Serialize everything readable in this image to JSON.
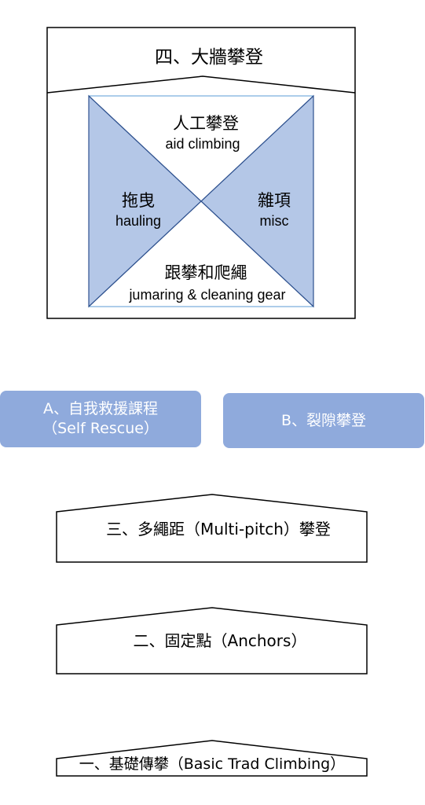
{
  "top_section": {
    "title": "四、大牆攀登",
    "quadrants": {
      "top": {
        "zh": "人工攀登",
        "en": "aid climbing"
      },
      "left": {
        "zh": "拖曳",
        "en": "hauling"
      },
      "right": {
        "zh": "雜項",
        "en": "misc"
      },
      "bottom": {
        "zh": "跟攀和爬繩",
        "en": "jumaring & cleaning gear"
      }
    }
  },
  "side_courses": [
    {
      "line1": "A、自我救援課程",
      "line2": "（Self Rescue）"
    },
    {
      "line1": "B、裂隙攀登"
    }
  ],
  "levels": [
    {
      "label": "三、多繩距（Multi-pitch）攀登"
    },
    {
      "label": "二、固定點（Anchors）"
    },
    {
      "label": "一、基礎傳攀（Basic Trad Climbing）"
    }
  ],
  "colors": {
    "triangle_fill": "#b4c7e7",
    "side_box_fill": "#8faadc",
    "stroke": "#000000",
    "triangle_stroke": "#2f528f"
  }
}
